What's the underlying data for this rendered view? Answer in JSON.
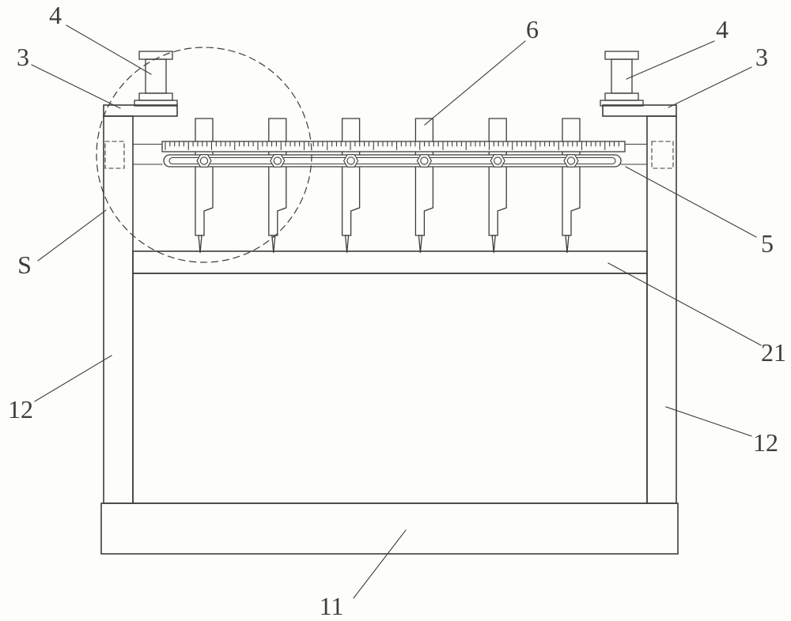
{
  "drawing": {
    "background": "#fdfdf9",
    "line_color": "#3d3d3d",
    "blade_count": 6,
    "bolt_count": 6,
    "labels": {
      "bolt_left": "4",
      "bracket_left": "3",
      "scale_ruler": "6",
      "bolt_right": "4",
      "bracket_right": "3",
      "detail_region": "S",
      "slide_bar": "5",
      "cross_beam": "21",
      "post_left": "12",
      "post_right": "12",
      "base": "11"
    }
  }
}
